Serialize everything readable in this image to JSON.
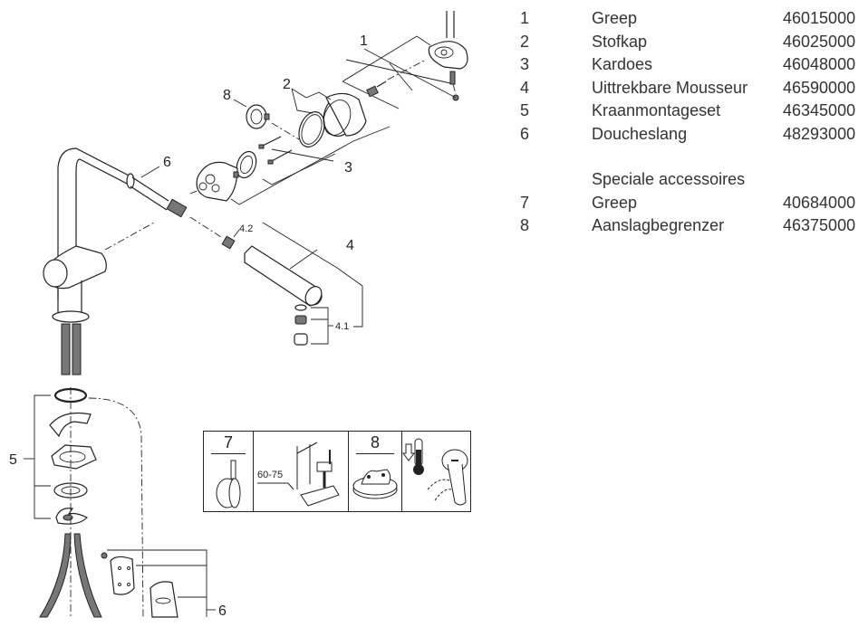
{
  "parts_list": {
    "items": [
      {
        "num": "1",
        "name": "Greep",
        "code": "46015000"
      },
      {
        "num": "2",
        "name": "Stofkap",
        "code": "46025000"
      },
      {
        "num": "3",
        "name": "Kardoes",
        "code": "46048000"
      },
      {
        "num": "4",
        "name": "Uittrekbare Mousseur",
        "code": "46590000"
      },
      {
        "num": "5",
        "name": "Kraanmontageset",
        "code": "46345000"
      },
      {
        "num": "6",
        "name": "Doucheslang",
        "code": "48293000"
      }
    ],
    "section_title": "Speciale accessoires",
    "accessories": [
      {
        "num": "7",
        "name": "Greep",
        "code": "40684000"
      },
      {
        "num": "8",
        "name": "Aanslagbegrenzer",
        "code": "46375000"
      }
    ]
  },
  "drawing": {
    "callouts": {
      "c1": "1",
      "c2": "2",
      "c3": "3",
      "c4": "4",
      "c4_1": "4.1",
      "c4_2": "4.2",
      "c5": "5",
      "c6_top": "6",
      "c6_bottom": "6",
      "c8": "8"
    },
    "accessory_panel": {
      "cell_7": "7",
      "cell_8": "8",
      "dimension": "60-75"
    }
  }
}
